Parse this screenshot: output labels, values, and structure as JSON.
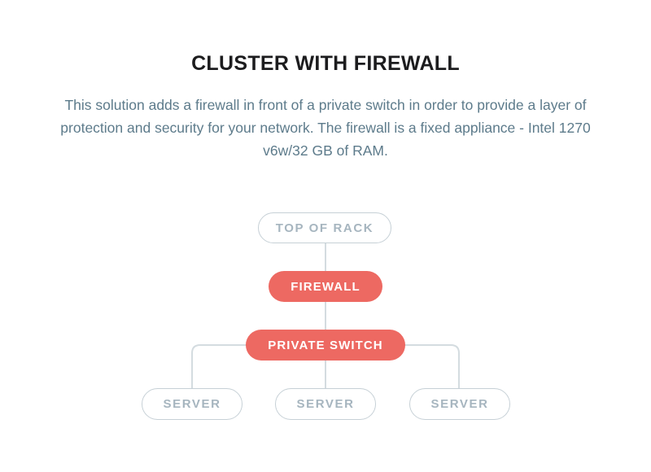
{
  "page": {
    "title": "CLUSTER WITH FIREWALL",
    "description": "This solution adds a firewall in front of a private switch in order to provide a layer of protection and security for your network. The firewall is a fixed appliance - Intel 1270 v6w/32 GB of RAM."
  },
  "diagram": {
    "type": "tree",
    "nodes": [
      {
        "id": "top-of-rack",
        "label": "TOP OF RACK",
        "variant": "outline"
      },
      {
        "id": "firewall",
        "label": "FIREWALL",
        "variant": "filled"
      },
      {
        "id": "private-switch",
        "label": "PRIVATE SWITCH",
        "variant": "filled"
      },
      {
        "id": "server-1",
        "label": "SERVER",
        "variant": "outline"
      },
      {
        "id": "server-2",
        "label": "SERVER",
        "variant": "outline"
      },
      {
        "id": "server-3",
        "label": "SERVER",
        "variant": "outline"
      }
    ],
    "edges": [
      {
        "from": "top-of-rack",
        "to": "firewall"
      },
      {
        "from": "firewall",
        "to": "private-switch"
      },
      {
        "from": "private-switch",
        "to": "server-1"
      },
      {
        "from": "private-switch",
        "to": "server-2"
      },
      {
        "from": "private-switch",
        "to": "server-3"
      }
    ]
  },
  "colors": {
    "accent": "#ed6962",
    "accent_text": "#ffffff",
    "connector_line": "#d4dce0",
    "outline_border": "#c6d0d6",
    "node_muted_text": "#a6b5bf",
    "body_text": "#5d7b8b",
    "title_text": "#1c1c1e",
    "background": "#ffffff"
  }
}
